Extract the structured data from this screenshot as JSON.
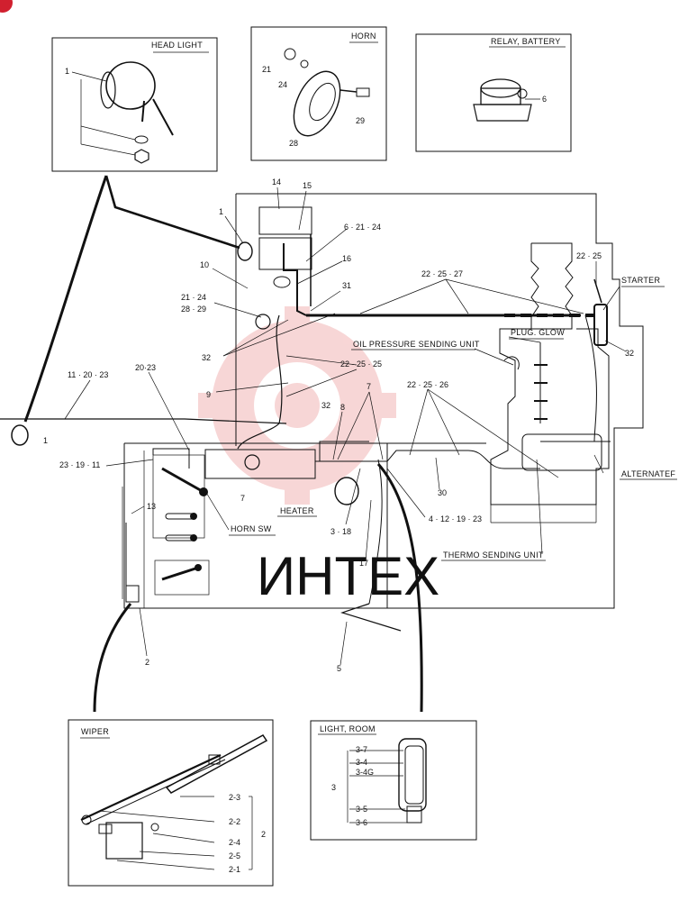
{
  "colors": {
    "line": "#111111",
    "watermark_red": "#f2b5b5",
    "watermark_text": "#c8c8c8",
    "corner_dot": "#d1202f"
  },
  "watermark": "ИНТЕХ",
  "panels": {
    "headlight": {
      "title": "HEAD LIGHT",
      "parts": [
        "1"
      ]
    },
    "horn": {
      "title": "HORN",
      "parts": [
        "21",
        "24",
        "28",
        "29"
      ]
    },
    "relay_battery": {
      "title": "RELAY, BATTERY",
      "parts": [
        "6"
      ]
    },
    "wiper": {
      "title": "WIPER",
      "parts": [
        "2-3",
        "2-2",
        "2",
        "2-4",
        "2-5",
        "2-1"
      ]
    },
    "light_room": {
      "title": "LIGHT, ROOM",
      "parts": [
        "3-7",
        "3-4",
        "3-4G",
        "3",
        "3-5",
        "3-6"
      ]
    }
  },
  "labels": {
    "starter": "STARTER",
    "plug_glow": "PLUG. GLOW",
    "oil_pressure": "OIL PRESSURE SENDING UNIT",
    "alternator": "ALTERNATEF",
    "heater": "HEATER",
    "horn_sw": "HORN SW",
    "thermo": "THERMO SENDING UNIT"
  },
  "callouts": {
    "c14": "14",
    "c15": "15",
    "c1a": "1",
    "c6_21_24": "6 · 21 · 24",
    "c10": "10",
    "c16": "16",
    "c21_24": "21 · 24",
    "c28_29": "28 · 29",
    "c31": "31",
    "c22_25_27": "22 · 25 · 27",
    "c22_25": "22 · 25",
    "c32a": "32",
    "c32b": "32",
    "c32c": "32",
    "c22_25_25": "22 · 25 · 25",
    "c9": "9",
    "c20_23": "20·23",
    "c11_20_23": "11 · 20 · 23",
    "c7a": "7",
    "c22_25_26": "22 · 25 · 26",
    "c8": "8",
    "c1b": "1",
    "c23_19_11": "23 · 19 · 11",
    "c7b": "7",
    "c13": "13",
    "c30": "30",
    "c3_18": "3 · 18",
    "c4_12_19_23": "4 · 12 · 19 · 23",
    "c17": "17",
    "c2": "2",
    "c5": "5"
  }
}
